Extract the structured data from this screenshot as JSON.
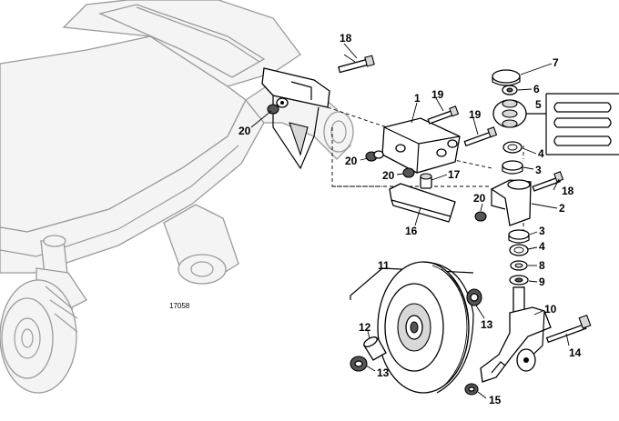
{
  "figure_number": "17058",
  "callouts": {
    "c1": "1",
    "c2": "2",
    "c3a": "3",
    "c3b": "3",
    "c4a": "4",
    "c4b": "4",
    "c5": "5",
    "c6": "6",
    "c7": "7",
    "c8": "8",
    "c9": "9",
    "c10": "10",
    "c11": "11",
    "c12": "12",
    "c13a": "13",
    "c13b": "13",
    "c14": "14",
    "c15": "15",
    "c16": "16",
    "c17": "17",
    "c18a": "18",
    "c18b": "18",
    "c19a": "19",
    "c19b": "19",
    "c20a": "20",
    "c20b": "20",
    "c20c": "20",
    "c20d": "20"
  }
}
